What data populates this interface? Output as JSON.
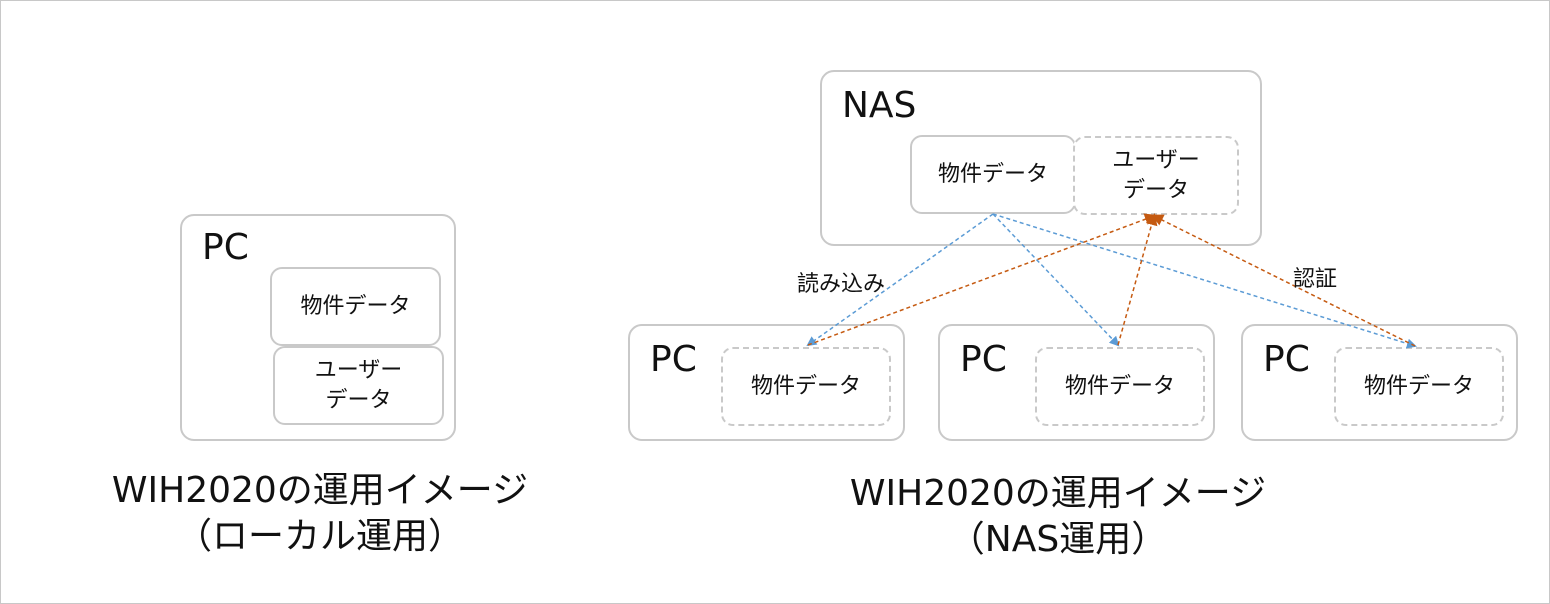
{
  "local": {
    "pc_label": "PC",
    "property_data": "物件データ",
    "user_data": "ユーザー\nデータ",
    "caption": "WIH2020の運用イメージ\n（ローカル運用）"
  },
  "nas_setup": {
    "nas_label": "NAS",
    "nas_property_data": "物件データ",
    "nas_user_data": "ユーザー\nデータ",
    "pcs": [
      {
        "label": "PC",
        "data": "物件データ"
      },
      {
        "label": "PC",
        "data": "物件データ"
      },
      {
        "label": "PC",
        "data": "物件データ"
      }
    ],
    "read_label": "読み込み",
    "auth_label": "認証",
    "caption": "WIH2020の運用イメージ\n（NAS運用）"
  },
  "colors": {
    "read_arrow": "#5b9bd5",
    "auth_arrow": "#c55a11",
    "border": "#c9c9c9"
  }
}
